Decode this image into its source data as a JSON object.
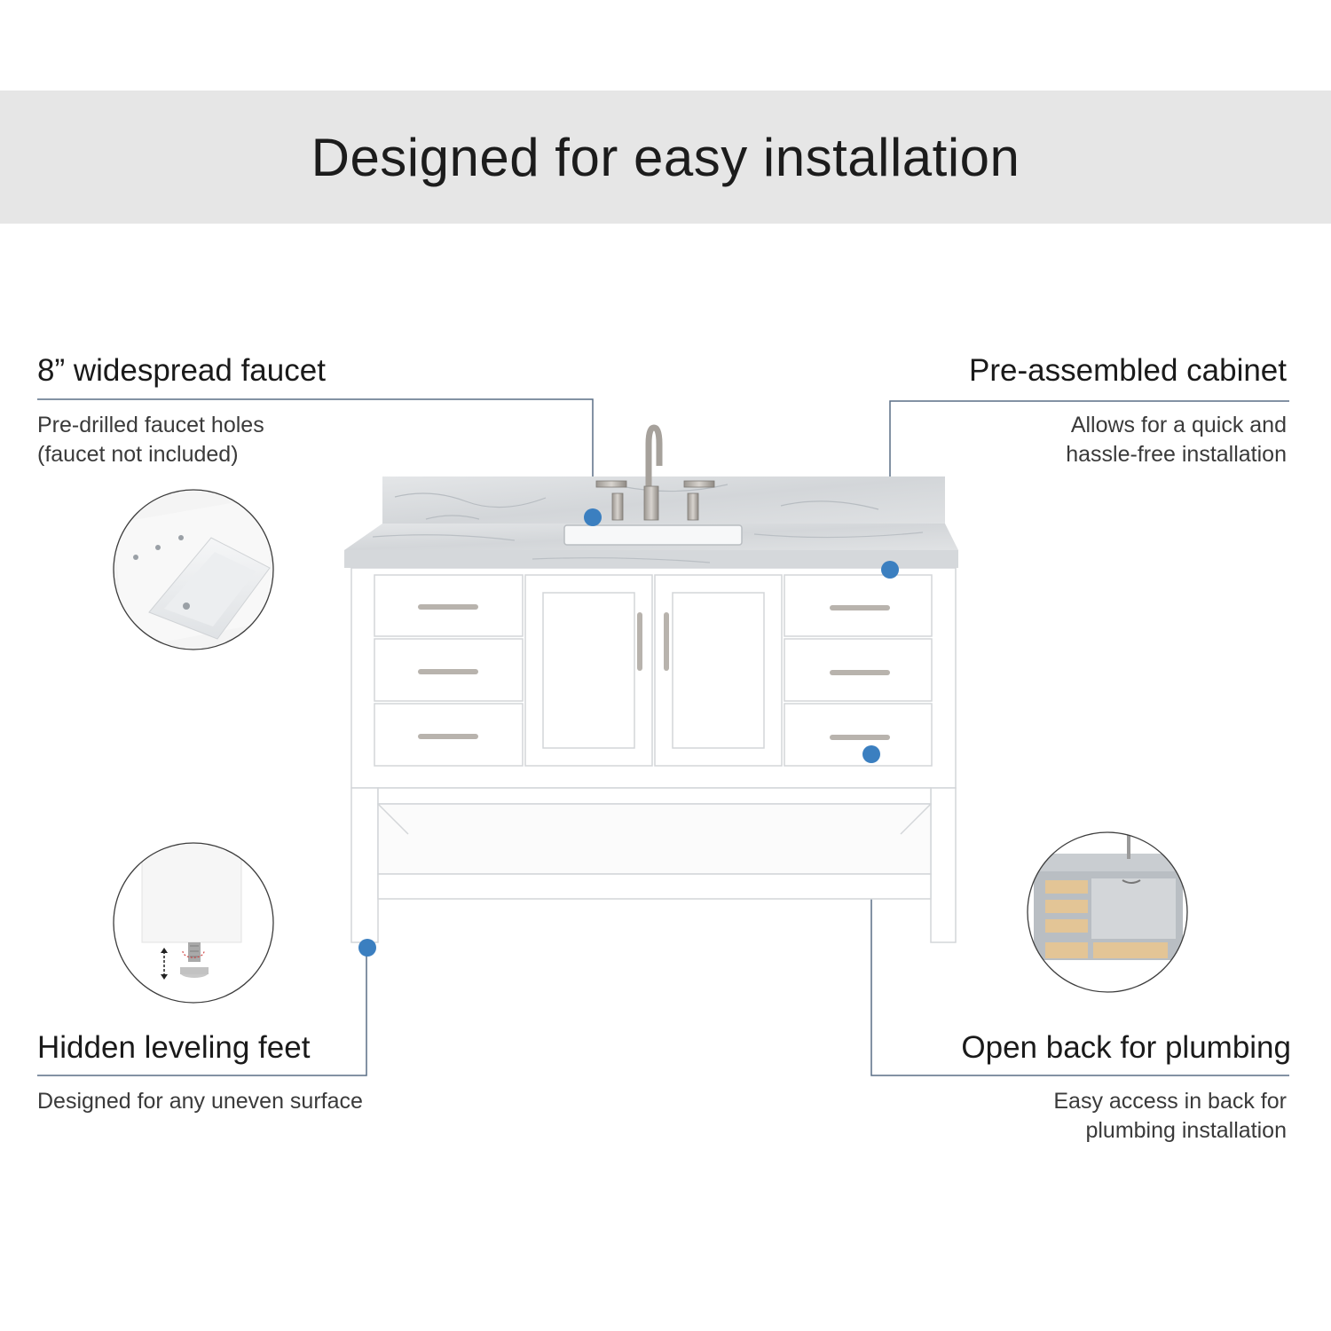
{
  "header": {
    "title": "Designed for easy installation"
  },
  "features": {
    "faucet": {
      "title": "8” widespread faucet",
      "lines": [
        "Pre-drilled faucet holes",
        "(faucet not included)"
      ]
    },
    "cabinet": {
      "title": "Pre-assembled cabinet",
      "lines": [
        "Allows for  a quick and",
        "hassle-free installation"
      ]
    },
    "feet": {
      "title": "Hidden leveling feet",
      "lines": [
        "Designed for any uneven surface"
      ]
    },
    "plumbing": {
      "title": "Open back for plumbing",
      "lines": [
        "Easy access in back for",
        "plumbing installation"
      ]
    }
  },
  "colors": {
    "accent": "#3b7fc0",
    "line": "#5a6f86",
    "banner": "#e6e6e6",
    "cabinet": "#ffffff",
    "marble": "#d9dcdf",
    "wood": "#e3c596"
  }
}
